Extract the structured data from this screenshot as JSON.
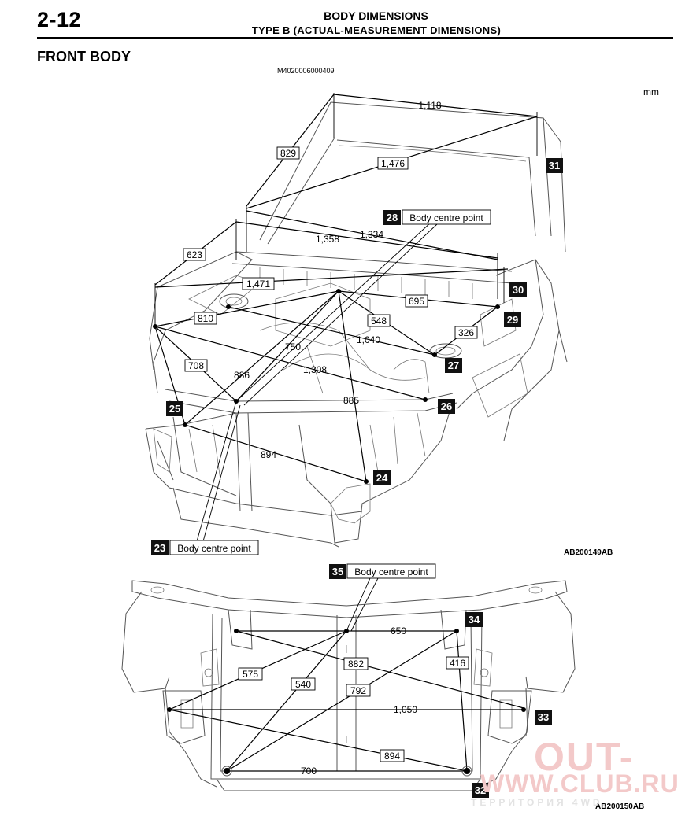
{
  "header": {
    "page_number": "2-12",
    "title": "BODY DIMENSIONS",
    "subtitle": "TYPE B (ACTUAL-MEASUREMENT DIMENSIONS)"
  },
  "section": {
    "title": "FRONT BODY",
    "figure_code": "M4020006000409",
    "unit": "mm"
  },
  "figure1": {
    "id": "AB200149AB",
    "dimensions": [
      "1,118",
      "829",
      "1,476",
      "623",
      "1,358",
      "1,334",
      "1,471",
      "810",
      "695",
      "548",
      "1,040",
      "326",
      "750",
      "708",
      "886",
      "1,308",
      "885",
      "894"
    ],
    "points": [
      "23",
      "24",
      "25",
      "26",
      "27",
      "28",
      "29",
      "30",
      "31"
    ],
    "callouts": {
      "point_28": "Body centre point",
      "point_23": "Body centre point"
    }
  },
  "figure2": {
    "id": "AB200150AB",
    "dimensions": [
      "650",
      "882",
      "575",
      "416",
      "540",
      "792",
      "1,050",
      "894",
      "700"
    ],
    "points": [
      "32",
      "33",
      "34",
      "35"
    ],
    "callouts": {
      "point_35": "Body centre point"
    }
  },
  "watermark": {
    "line1": "OUT-",
    "line2": "WWW.CLUB.RU",
    "line3": "ТЕРРИТОРИЯ 4WD"
  }
}
